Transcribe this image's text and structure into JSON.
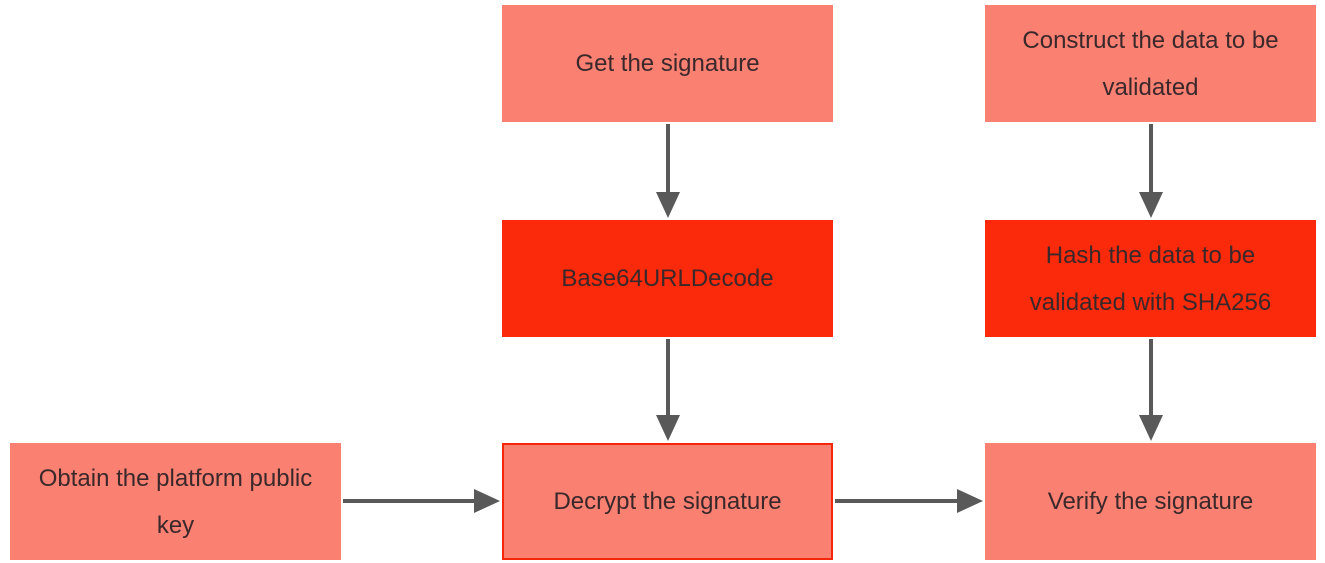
{
  "diagram": {
    "nodes": [
      {
        "id": "get-signature",
        "label": "Get the signature",
        "variant": "light"
      },
      {
        "id": "construct-data",
        "label": "Construct the data to be validated",
        "variant": "light"
      },
      {
        "id": "base64url-decode",
        "label": "Base64URLDecode",
        "variant": "solid"
      },
      {
        "id": "hash-data",
        "label": "Hash the data to be validated with SHA256",
        "variant": "solid"
      },
      {
        "id": "obtain-platform-public-key",
        "label": "Obtain the platform public key",
        "variant": "light"
      },
      {
        "id": "decrypt-signature",
        "label": "Decrypt the signature",
        "variant": "light-outlined"
      },
      {
        "id": "verify-signature",
        "label": "Verify the signature",
        "variant": "light"
      }
    ],
    "edges": [
      {
        "from": "get-signature",
        "to": "base64url-decode",
        "direction": "down"
      },
      {
        "from": "base64url-decode",
        "to": "decrypt-signature",
        "direction": "down"
      },
      {
        "from": "construct-data",
        "to": "hash-data",
        "direction": "down"
      },
      {
        "from": "hash-data",
        "to": "verify-signature",
        "direction": "down"
      },
      {
        "from": "obtain-platform-public-key",
        "to": "decrypt-signature",
        "direction": "right"
      },
      {
        "from": "decrypt-signature",
        "to": "verify-signature",
        "direction": "right"
      }
    ]
  },
  "colors": {
    "node-light-fill": "#FA8072",
    "node-solid-fill": "#FA2A0A",
    "node-outline": "#F42708",
    "arrow": "#595959",
    "text": "#3A282B",
    "background": "#FFFFFF"
  }
}
